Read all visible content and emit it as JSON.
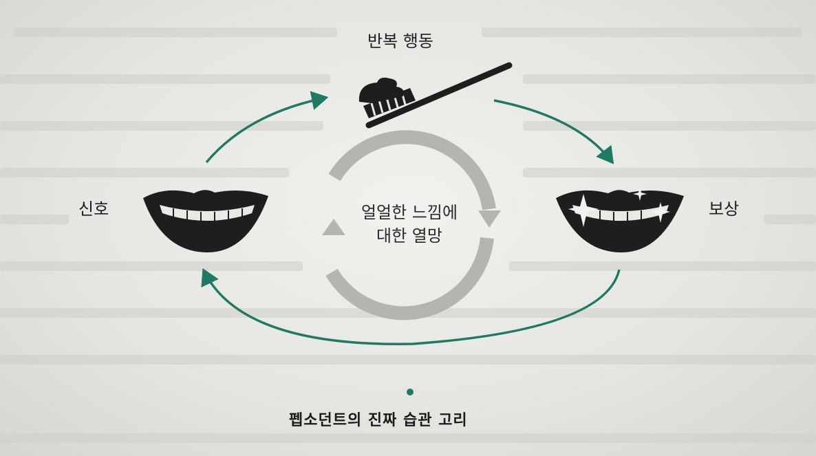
{
  "diagram": {
    "nodes": {
      "top": "반복 행동",
      "left": "신호",
      "right": "보상"
    },
    "center": {
      "line1": "얼얼한 느낌에",
      "line2": "대한 열망"
    },
    "caption": "펩소던트의 진짜 습관 고리"
  },
  "colors": {
    "arrow": "#1f7a64",
    "center_ring": "#b4b4b1",
    "ink": "#1e1e1e"
  },
  "icons": {
    "top": "toothbrush-icon",
    "left": "smile-mouth-icon",
    "right": "sparkling-smile-icon"
  }
}
